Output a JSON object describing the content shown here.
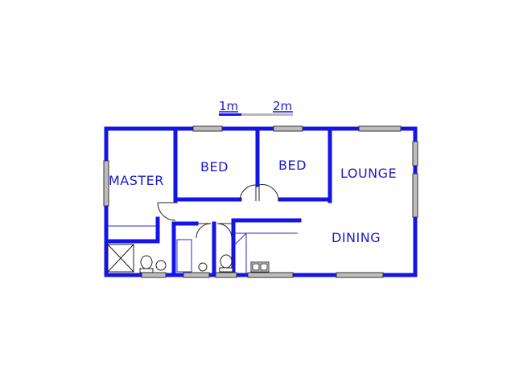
{
  "scale": {
    "label_1": "1m",
    "label_2": "2m"
  },
  "rooms": [
    {
      "key": "master",
      "label": "MASTER"
    },
    {
      "key": "bed1",
      "label": "BED"
    },
    {
      "key": "bed2",
      "label": "BED"
    },
    {
      "key": "lounge",
      "label": "LOUNGE"
    },
    {
      "key": "dining",
      "label": "DINING"
    }
  ],
  "colors": {
    "wall": "#1414e6",
    "text": "#1a1acc",
    "window": "#bdbdbd"
  }
}
